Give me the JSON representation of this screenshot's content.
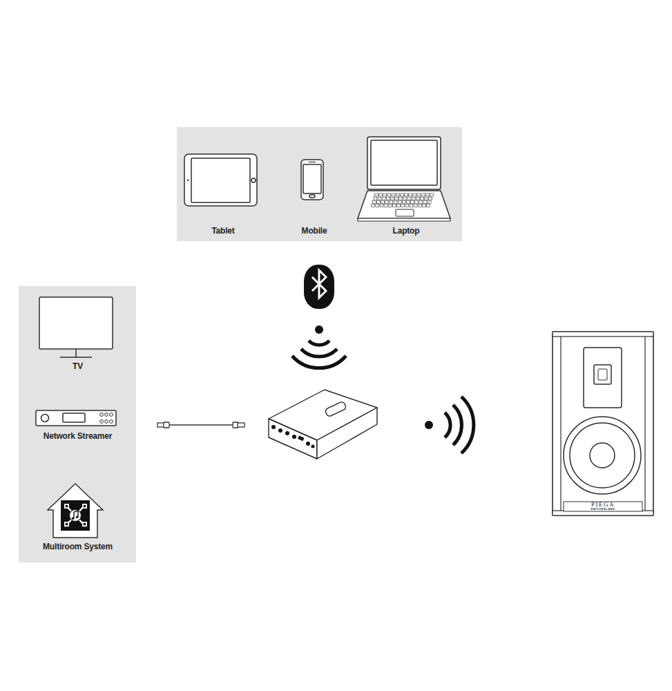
{
  "diagram": {
    "nodes": [
      {
        "text": []
      },
      {
        "text": [
          "Tablet"
        ],
        "in": 0
      },
      {
        "text": [
          "Mobile"
        ],
        "in": 0
      },
      {
        "text": [
          "Laptop"
        ],
        "in": 0
      },
      {
        "text": []
      },
      {
        "text": [
          "TV"
        ],
        "in": 4
      },
      {
        "text": [
          "Network Streamer"
        ],
        "in": 4
      },
      {
        "text": [
          "Multiroom System"
        ],
        "in": 4
      },
      {
        "text": [
          "PIEGA",
          "SWITZERLAND"
        ]
      }
    ]
  }
}
